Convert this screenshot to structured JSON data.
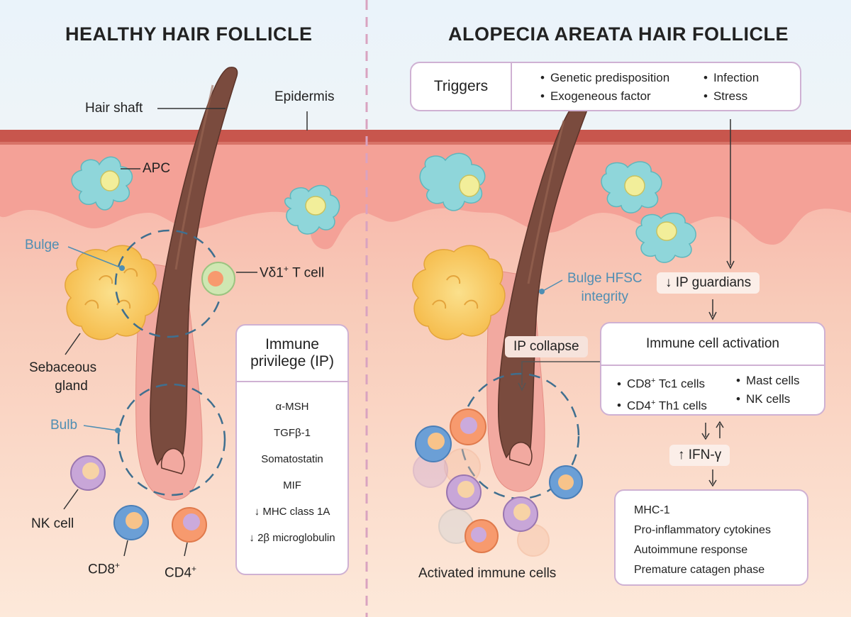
{
  "left": {
    "title": "HEALTHY HAIR FOLLICLE",
    "labels": {
      "hair_shaft": "Hair shaft",
      "epidermis": "Epidermis",
      "apc": "APC",
      "bulge": "Bulge",
      "vd1_prefix": "Vδ1",
      "vd1_sup": "+",
      "vd1_suffix": " T cell",
      "sebaceous_1": "Sebaceous",
      "sebaceous_2": "gland",
      "bulb": "Bulb",
      "nk_cell": "NK cell",
      "cd8": "CD8",
      "cd8_sup": "+",
      "cd4": "CD4",
      "cd4_sup": "+"
    },
    "immune_privilege": {
      "title_1": "Immune",
      "title_2": "privilege (IP)",
      "items": [
        "α-MSH",
        "TGFβ-1",
        "Somatostatin",
        "MIF",
        "↓  MHC class 1A",
        "↓  2β microglobulin"
      ]
    }
  },
  "right": {
    "title": "ALOPECIA AREATA HAIR FOLLICLE",
    "triggers": {
      "label": "Triggers",
      "items_col1": [
        "Genetic predisposition",
        "Exogeneous factor"
      ],
      "items_col2": [
        "Infection",
        "Stress"
      ]
    },
    "ip_guardians": "↓ IP guardians",
    "bulge_hfsc_1": "Bulge HFSC",
    "bulge_hfsc_2": "integrity",
    "ip_collapse": "IP collapse",
    "activation": {
      "title": "Immune cell activation",
      "items_col1": [
        {
          "pre": "CD8",
          "sup": "+",
          "post": " Tc1 cells"
        },
        {
          "pre": "CD4",
          "sup": "+",
          "post": " Th1 cells"
        }
      ],
      "items_col2": [
        "Mast cells",
        "NK cells"
      ]
    },
    "updown": "↓ ↑",
    "ifn": "↑ IFN-γ",
    "outcomes": [
      "MHC-1",
      "Pro-inflammatory cytokines",
      "Autoimmune response",
      "Premature catagen phase"
    ],
    "activated_cells": "Activated immune cells"
  },
  "colors": {
    "background_top": "#eaf3fa",
    "background_bottom": "#fdf0e2",
    "epidermis_band": "#c8564d",
    "dermis": "#f6b8ad",
    "hair_shaft": "#7a4b3e",
    "follicle_sheath": "#f2a9a0",
    "apc_cell": "#8fd6da",
    "sebaceous": "#f7c65a",
    "box_border": "#cfb1d3",
    "label_blue": "#4f8eb3",
    "divider": "#d9a3c0"
  }
}
